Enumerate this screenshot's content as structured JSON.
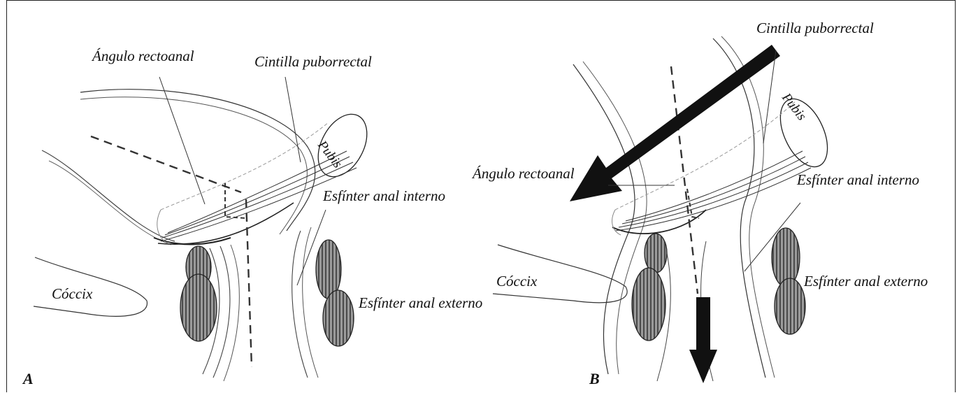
{
  "panels": [
    {
      "letter": "A",
      "labels": {
        "angle": "Ángulo rectoanal",
        "sling": "Cintilla puborrectal",
        "pubis": "Pubis",
        "internal": "Esfínter anal interno",
        "external": "Esfínter anal externo",
        "coccyx": "Cóccix"
      }
    },
    {
      "letter": "B",
      "labels": {
        "angle": "Ángulo rectoanal",
        "sling": "Cintilla puborrectal",
        "pubis": "Pubis",
        "internal": "Esfínter anal interno",
        "external": "Esfínter anal externo",
        "coccyx": "Cóccix"
      }
    }
  ]
}
